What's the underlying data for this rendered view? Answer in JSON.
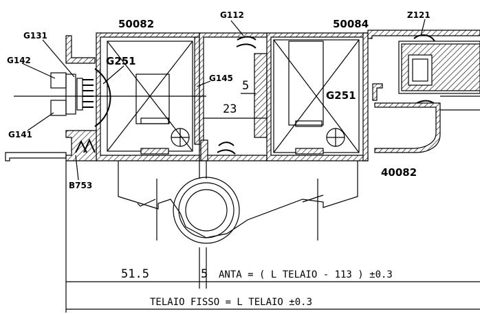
{
  "labels": {
    "g131": "G131",
    "g142": "G142",
    "g141": "G141",
    "g251_left": "G251",
    "g145": "G145",
    "g112": "G112",
    "p50082": "50082",
    "p50084": "50084",
    "z121": "Z121",
    "g251_right": "G251",
    "p40082": "40082",
    "b753": "B753"
  },
  "dimensions": {
    "d5_top": "5",
    "d23": "23",
    "d51_5": "51.5",
    "d5_bottom": "5",
    "anta": "ANTA = ( L TELAIO - 113 ) ±0.3",
    "telaio": "TELAIO FISSO =  L TELAIO ±0.3"
  }
}
